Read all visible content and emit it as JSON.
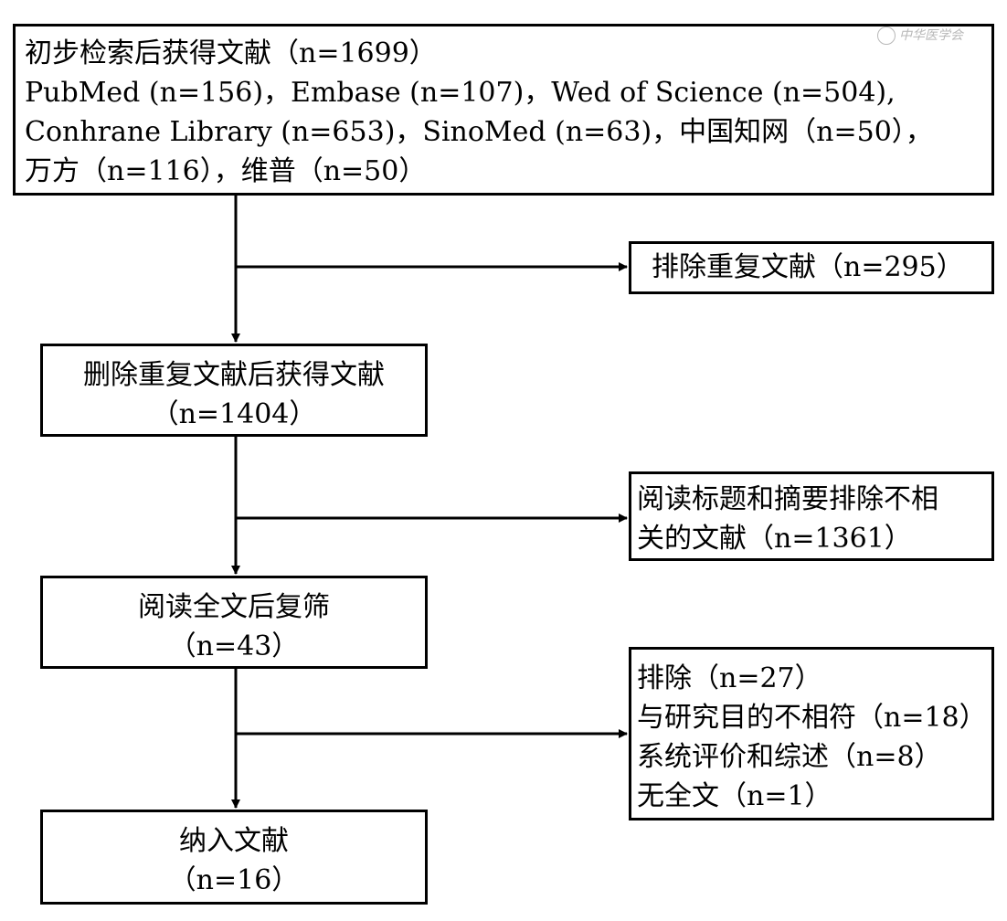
{
  "boxes": {
    "search": {
      "lines": [
        "初步检索后获得文献（n=1699）",
        "PubMed (n=156)，Embase (n=107)，Wed of Science (n=504),",
        "Conhrane Library (n=653)，SinoMed (n=63)，中国知网（n=50），",
        "万方（n=116），维普（n=50）"
      ]
    },
    "duplicates_removed": {
      "lines": [
        "排除重复文献（n=295）"
      ]
    },
    "after_dedup": {
      "lines": [
        "删除重复文献后获得文献",
        "（n=1404）"
      ]
    },
    "title_abstract_excluded": {
      "lines": [
        "阅读标题和摘要排除不相",
        "关的文献（n=1361）"
      ]
    },
    "fulltext_rescreen": {
      "lines": [
        "阅读全文后复筛",
        "（n=43）"
      ]
    },
    "fulltext_excluded": {
      "lines": [
        "排除（n=27）",
        "与研究目的不相符（n=18）",
        "系统评价和综述（n=8）",
        "无全文（n=1）"
      ]
    },
    "included": {
      "lines": [
        "纳入文献",
        "（n=16）"
      ]
    }
  },
  "watermark": {
    "text": "中华医学会"
  },
  "colors": {
    "line": "#000000",
    "background": "#ffffff",
    "watermark": "#b8b8b8"
  }
}
